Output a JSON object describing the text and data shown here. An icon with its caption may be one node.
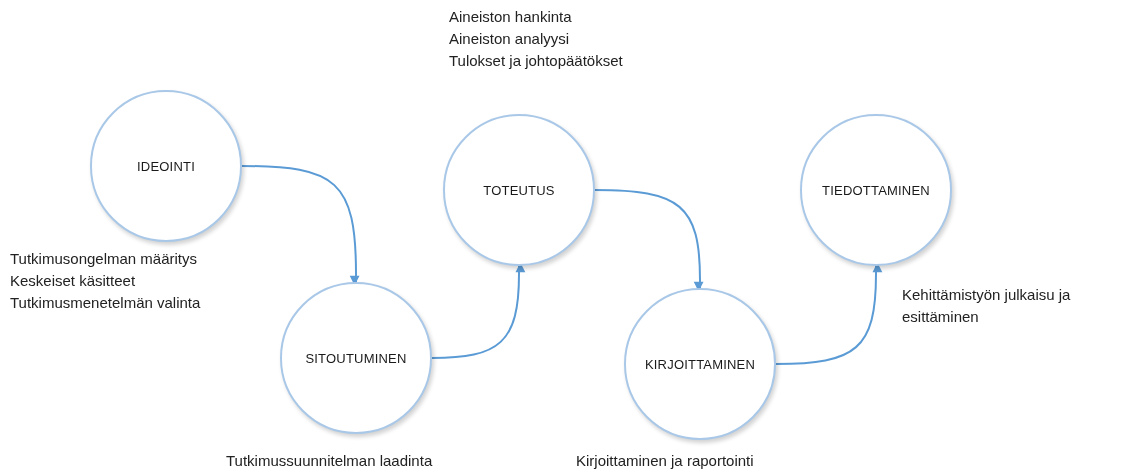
{
  "diagram": {
    "nodes": [
      {
        "text": [
          "IDEOINTI"
        ],
        "beside": [
          "Tutkimusongelman määritys",
          "Keskeiset käsitteet",
          "Tutkimusmenetelmän valinta"
        ]
      },
      {
        "text": [
          "SITOUTUMINEN"
        ],
        "beside": [
          "Tutkimussuunnitelman laadinta"
        ]
      },
      {
        "text": [
          "TOTEUTUS"
        ],
        "beside": [
          "Aineiston hankinta",
          "Aineiston analyysi",
          "Tulokset ja johtopäätökset"
        ]
      },
      {
        "text": [
          "KIRJOITTAMINEN"
        ],
        "beside": [
          "Kirjoittaminen ja raportointi"
        ]
      },
      {
        "text": [
          "TIEDOTTAMINEN"
        ],
        "beside": [
          "Kehittämistyön julkaisu ja esittäminen"
        ]
      }
    ],
    "edges": [
      {
        "from": 0,
        "to": 1,
        "arrow": "to"
      },
      {
        "from": 1,
        "to": 2,
        "arrow": "to"
      },
      {
        "from": 2,
        "to": 3,
        "arrow": "to"
      },
      {
        "from": 3,
        "to": 4,
        "arrow": "to"
      }
    ]
  }
}
